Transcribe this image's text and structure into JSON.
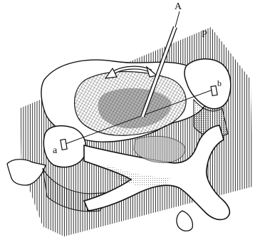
{
  "figure": {
    "labels": {
      "instrument": "A",
      "plane": "P",
      "point_a": "a",
      "point_b": "b"
    }
  }
}
